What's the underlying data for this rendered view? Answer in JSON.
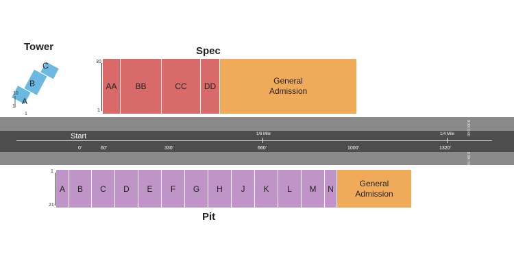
{
  "tower": {
    "title": "Tower",
    "sections": [
      "A",
      "B",
      "C"
    ],
    "row_labels": [
      "10",
      "1",
      "1"
    ]
  },
  "spec": {
    "title": "Spec",
    "row_top": "30",
    "row_bottom": "1",
    "sections": [
      "AA",
      "BB",
      "CC",
      "DD"
    ],
    "ga_line1": "General",
    "ga_line2": "Admission"
  },
  "track": {
    "start_label": "Start",
    "mile_markers": [
      "1/8 Mile",
      "1/4 Mile"
    ],
    "distances": [
      "0'",
      "60'",
      "330'",
      "660'",
      "1000'",
      "1320'"
    ],
    "side_labels": [
      "0.00 / 0.00",
      "0.00 / 0.00"
    ]
  },
  "pit": {
    "title": "Pit",
    "row_top": "1",
    "row_bottom": "21",
    "sections": [
      "A",
      "B",
      "C",
      "D",
      "E",
      "F",
      "G",
      "H",
      "J",
      "K",
      "L",
      "M",
      "N"
    ],
    "ga_line1": "General",
    "ga_line2": "Admission"
  },
  "colors": {
    "spec_sections": "#d86a6a",
    "general_admission": "#f0ab5a",
    "pit_sections": "#bf94c6",
    "tower_sections": "#6bb8e0",
    "track": "#4d4d4d",
    "track_shoulder": "#8a8a8a"
  }
}
